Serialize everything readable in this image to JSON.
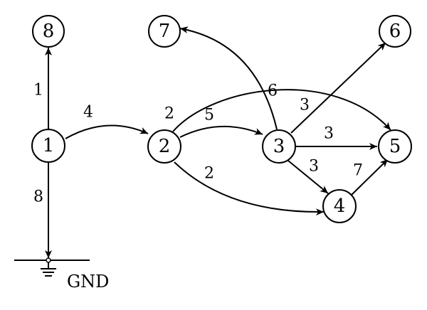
{
  "nodes": [
    {
      "id": "8",
      "label": "8"
    },
    {
      "id": "7",
      "label": "7"
    },
    {
      "id": "6",
      "label": "6"
    },
    {
      "id": "1",
      "label": "1"
    },
    {
      "id": "2",
      "label": "2"
    },
    {
      "id": "3",
      "label": "3"
    },
    {
      "id": "5",
      "label": "5"
    },
    {
      "id": "4",
      "label": "4"
    }
  ],
  "edges": [
    {
      "from": "1",
      "to": "8",
      "weight": "1"
    },
    {
      "from": "1",
      "to": "GND",
      "weight": "8"
    },
    {
      "from": "1",
      "to": "2",
      "weight": "4"
    },
    {
      "from": "2",
      "to": "5",
      "weight": "2"
    },
    {
      "from": "2",
      "to": "3",
      "weight": "5"
    },
    {
      "from": "2",
      "to": "4",
      "weight": "2"
    },
    {
      "from": "3",
      "to": "7",
      "weight": "6"
    },
    {
      "from": "3",
      "to": "6",
      "weight": "3"
    },
    {
      "from": "3",
      "to": "5",
      "weight": "3"
    },
    {
      "from": "3",
      "to": "4",
      "weight": "3"
    },
    {
      "from": "4",
      "to": "5",
      "weight": "7"
    }
  ],
  "ground": {
    "label": "GND"
  }
}
